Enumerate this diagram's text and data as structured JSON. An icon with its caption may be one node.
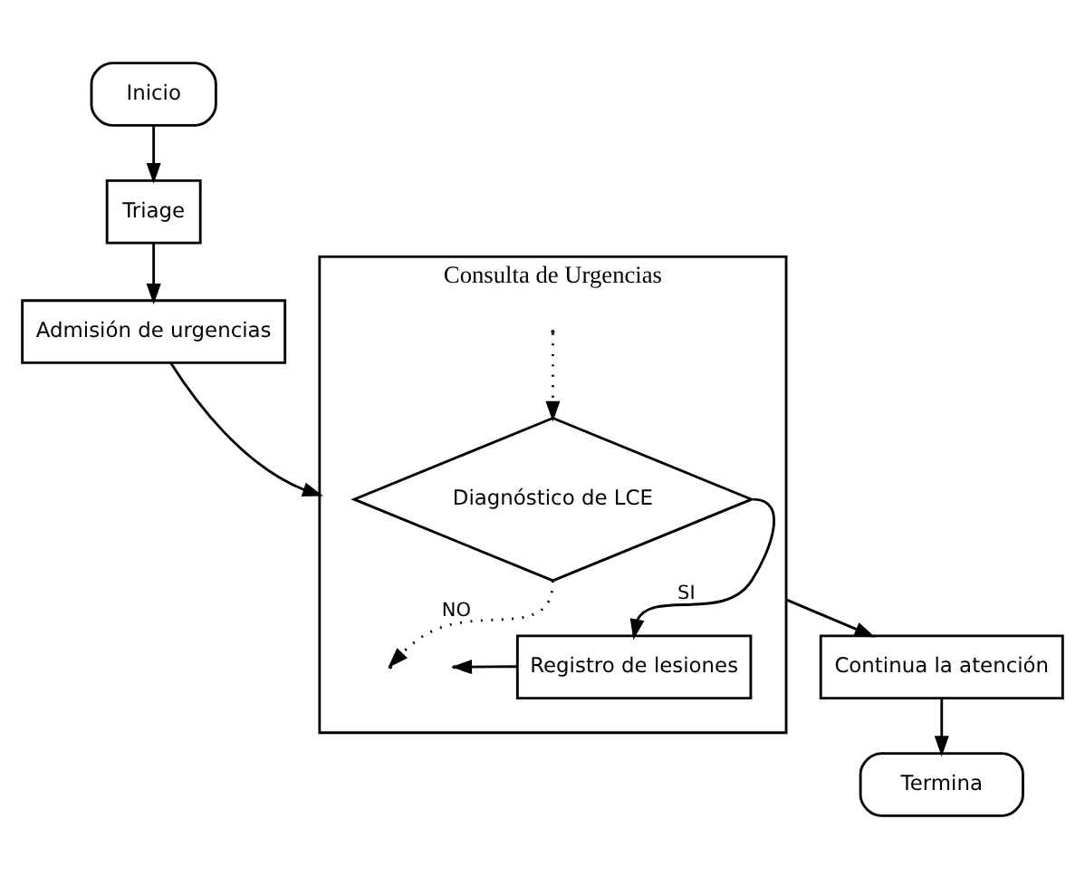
{
  "diagram": {
    "nodes": [
      {
        "text": [
          "Inicio"
        ]
      },
      {
        "text": [
          "Triage"
        ]
      },
      {
        "text": [
          "Admisión de urgencias"
        ]
      },
      {
        "text": [
          "Consulta de Urgencias"
        ]
      },
      {
        "text": [
          "Diagnóstico de LCE"
        ],
        "in": 3
      },
      {
        "text": [
          "Registro de lesiones"
        ],
        "in": 3
      },
      {
        "text": [
          "Continua la atención"
        ]
      },
      {
        "text": [
          "Termina"
        ]
      }
    ],
    "edges": [
      {
        "from": 0,
        "to": 1,
        "arrow": "to"
      },
      {
        "from": 1,
        "to": 2,
        "arrow": "to"
      },
      {
        "from": 2,
        "to": 3,
        "arrow": "to"
      },
      {
        "from": 4,
        "to": null,
        "arrow": "to",
        "label": "NO",
        "style": "dashed"
      },
      {
        "from": null,
        "to": 4,
        "arrow": "to",
        "style": "dashed"
      },
      {
        "from": 4,
        "to": 5,
        "arrow": "to",
        "label": "SI"
      },
      {
        "from": 5,
        "to": null,
        "arrow": "to"
      },
      {
        "from": 3,
        "to": 6,
        "arrow": "to"
      },
      {
        "from": 6,
        "to": 7,
        "arrow": "to"
      }
    ]
  }
}
